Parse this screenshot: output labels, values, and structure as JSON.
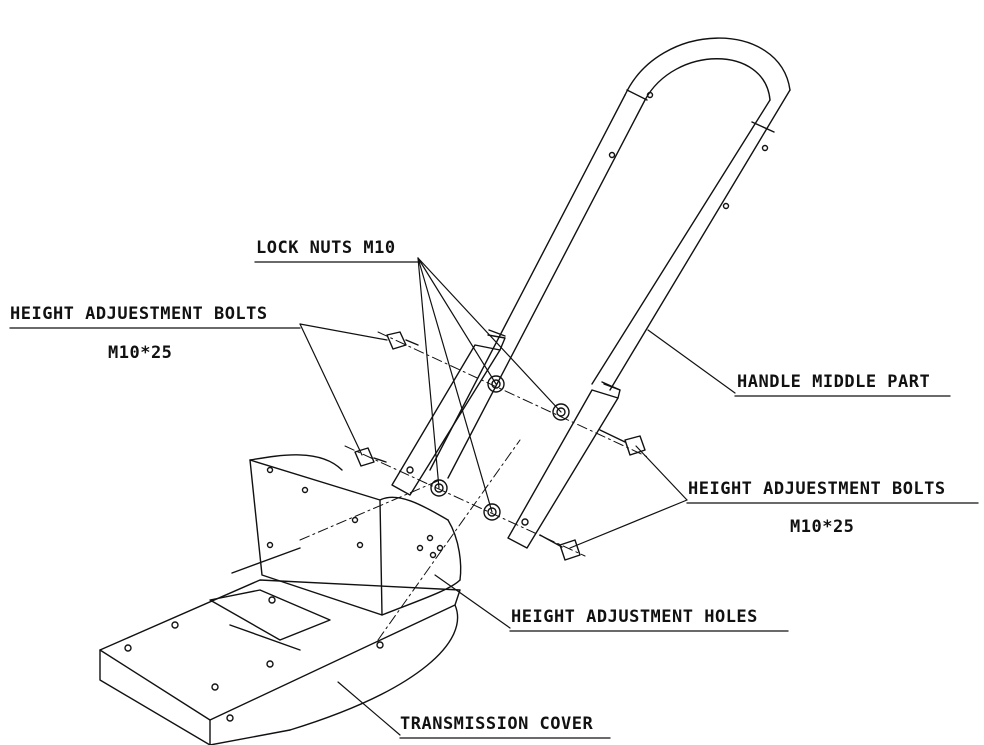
{
  "labels": {
    "lock_nuts": "LOCK NUTS M10",
    "bolts_left_line1": "HEIGHT ADJUESTMENT BOLTS",
    "bolts_left_line2": "M10*25",
    "handle_middle": "HANDLE MIDDLE PART",
    "bolts_right_line1": "HEIGHT ADJUESTMENT BOLTS",
    "bolts_right_line2": "M10*25",
    "adjustment_holes": "HEIGHT ADJUSTMENT HOLES",
    "transmission_cover": "TRANSMISSION COVER"
  },
  "colors": {
    "ink": "#111111",
    "paper": "#ffffff"
  }
}
